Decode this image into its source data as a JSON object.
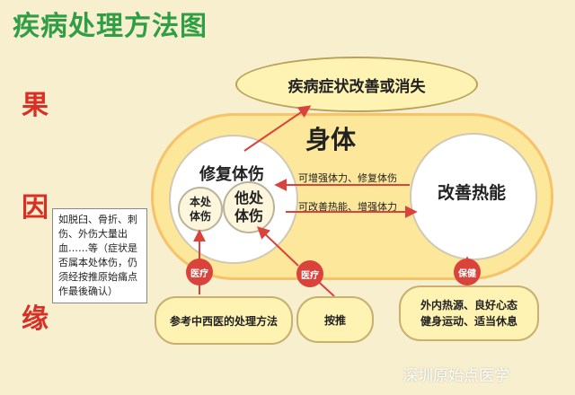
{
  "title": "疾病处理方法图",
  "side_labels": {
    "result": "果",
    "cause": "因",
    "condition": "缘"
  },
  "effect_text": "疾病症状改善或消失",
  "body": {
    "title": "身体",
    "left_title": "修复体伤",
    "right_title": "改善热能",
    "local_injury": "本处\n体伤",
    "other_injury": "他处\n体伤",
    "arrow_top_label": "可增强体力、修复体伤",
    "arrow_bottom_label": "可改善热能、增强体力"
  },
  "note": "如脱臼、骨折、刺伤、外伤大量出血……等（症状是否属本处体伤，仍须经按推原始痛点作最後确认）",
  "badges": {
    "medical_1": "医疗",
    "medical_2": "医疗",
    "care": "保健"
  },
  "causes": {
    "tcm": "参考中西医的处理方法",
    "massage": "按推",
    "care": "外内热源、良好心态\n健身运动、适当休息"
  },
  "watermark": "深圳原始点医学",
  "colors": {
    "background": "#f8efcf",
    "title": "#2f9e44",
    "side_label": "#d93025",
    "arrow": "#d9433b",
    "band": "#fde79a"
  }
}
